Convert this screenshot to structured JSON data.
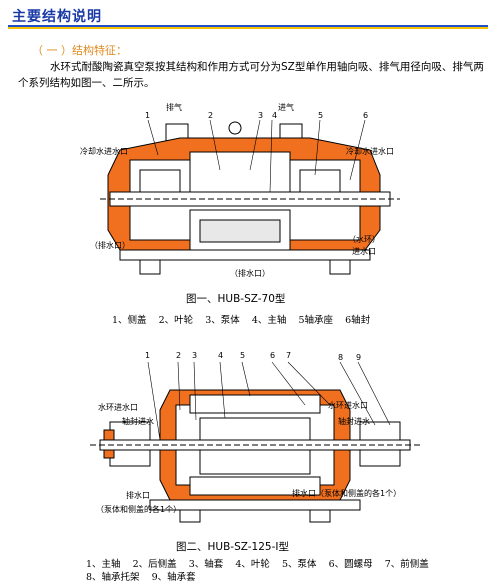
{
  "header": {
    "title": "主要结构说明"
  },
  "section1": {
    "heading": "（ 一 ）结构特征：",
    "paragraph": "水环式耐酸陶瓷真空泵按其结构和作用方式可分为SZ型单作用轴向吸、排气用径向吸、排气两个系列结构如图一、二所示。"
  },
  "figure1": {
    "caption": "图一、HUB-SZ-70型",
    "legend": "1、侧盖    2、叶轮    3、泵体    4、主轴    5轴承座    6轴封",
    "labels": {
      "exhaust": "排气",
      "intake": "进气",
      "n1": "1",
      "n2": "2",
      "n3": "3",
      "n4": "4",
      "n5": "5",
      "n6": "6",
      "cool_left": "冷却水进水口",
      "cool_right": "冷却水进水口",
      "drain_left": "（排水口）",
      "water_ring": "（水环）",
      "water_in": "进水口",
      "drain_bottom": "（排水口）"
    }
  },
  "figure2": {
    "caption": "图二、HUB-SZ-125-Ⅰ型",
    "legend_line1": "1、主轴    2、后侧盖    3、轴套    4、叶轮    5、泵体    6、圆螺母    7、前侧盖",
    "legend_line2": "8、轴承托架    9、轴承套",
    "labels": {
      "n1": "1",
      "n2": "2",
      "n3": "3",
      "n4": "4",
      "n5": "5",
      "n6": "6",
      "n7": "7",
      "n8": "8",
      "n9": "9",
      "ring_in_left": "水环进水口",
      "seal_in_left": "轴封进水",
      "ring_in_right": "水环进水口",
      "seal_in_right": "轴封进水",
      "drain_left": "排水口",
      "drain_left_note": "（泵体和侧盖的各1个）",
      "drain_right": "排水口（泵体和侧盖的各1个）"
    }
  },
  "colors": {
    "accent_orange": "#f07020",
    "title_blue": "#1a3aa8"
  }
}
